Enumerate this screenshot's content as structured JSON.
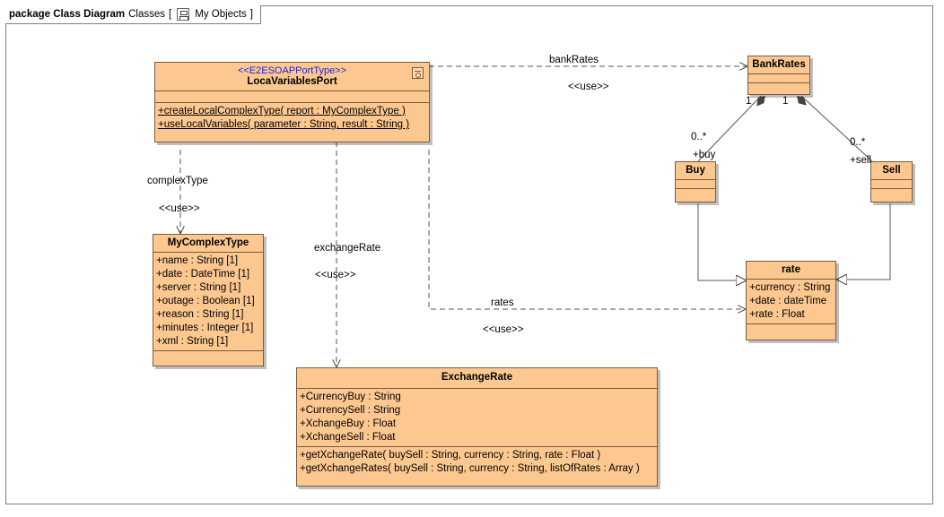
{
  "frame": {
    "keyword": "package Class Diagram",
    "name": "Classes",
    "bracket_open": "[",
    "diagram_ref": "My Objects",
    "bracket_close": "]",
    "icon": "package-diagram-icon"
  },
  "classes": {
    "port": {
      "stereotype": "<<E2ESOAPPortType>>",
      "name": "LocaVariablesPort",
      "icon": "port-type-icon",
      "operations": [
        "+createLocalComplexType( report : MyComplexType )",
        "+useLocalVariables( parameter : String, result : String )"
      ]
    },
    "complex": {
      "name": "MyComplexType",
      "attributes": [
        "+name : String [1]",
        "+date : DateTime [1]",
        "+server : String [1]",
        "+outage : Boolean [1]",
        "+reason : String [1]",
        "+minutes : Integer [1]",
        "+xml : String [1]"
      ]
    },
    "exchange": {
      "name": "ExchangeRate",
      "attributes": [
        "+CurrencyBuy : String",
        "+CurrencySell : String",
        "+XchangeBuy : Float",
        "+XchangeSell : Float"
      ],
      "operations": [
        "+getXchangeRate( buySell : String, currency : String, rate : Float )",
        "+getXchangeRates( buySell : String, currency : String, listOfRates : Array )"
      ]
    },
    "bankrates": {
      "name": "BankRates"
    },
    "buy": {
      "name": "Buy"
    },
    "sell": {
      "name": "Sell"
    },
    "rate": {
      "name": "rate",
      "attributes": [
        "+currency : String",
        "+date : dateTime",
        "+rate : Float"
      ]
    }
  },
  "edges": {
    "complexType": {
      "role": "complexType",
      "stereotype": "<<use>>"
    },
    "exchangeRate": {
      "role": "exchangeRate",
      "stereotype": "<<use>>"
    },
    "bankRates": {
      "role": "bankRates",
      "stereotype": "<<use>>"
    },
    "rates": {
      "role": "rates",
      "stereotype": "<<use>>"
    },
    "buy": {
      "source_mult": "1",
      "target_mult": "0..*",
      "role": "+buy"
    },
    "sell": {
      "source_mult": "1",
      "target_mult": "0..*",
      "role": "+sell"
    }
  }
}
